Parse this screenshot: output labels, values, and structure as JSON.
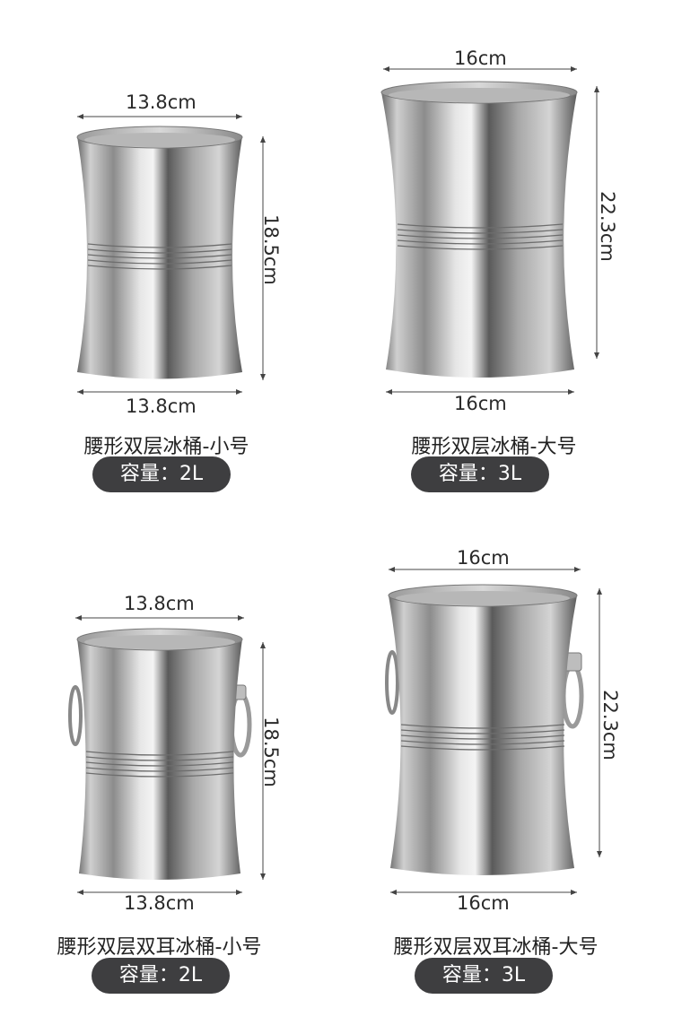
{
  "products": [
    {
      "top_width": "13.8cm",
      "bottom_width": "13.8cm",
      "height": "18.5cm",
      "name": "腰形双层冰桶-小号",
      "capacity": "容量：2L",
      "handles": false
    },
    {
      "top_width": "16cm",
      "bottom_width": "16cm",
      "height": "22.3cm",
      "name": "腰形双层冰桶-大号",
      "capacity": "容量：3L",
      "handles": false
    },
    {
      "top_width": "13.8cm",
      "bottom_width": "13.8cm",
      "height": "18.5cm",
      "name": "腰形双层双耳冰桶-小号",
      "capacity": "容量：2L",
      "handles": true
    },
    {
      "top_width": "16cm",
      "bottom_width": "16cm",
      "height": "22.3cm",
      "name": "腰形双层双耳冰桶-大号",
      "capacity": "容量：3L",
      "handles": true
    }
  ],
  "colors": {
    "pill_bg": "#3e3e40",
    "steel_light": "#e8e8e8",
    "steel_dark": "#4a4a4a"
  }
}
